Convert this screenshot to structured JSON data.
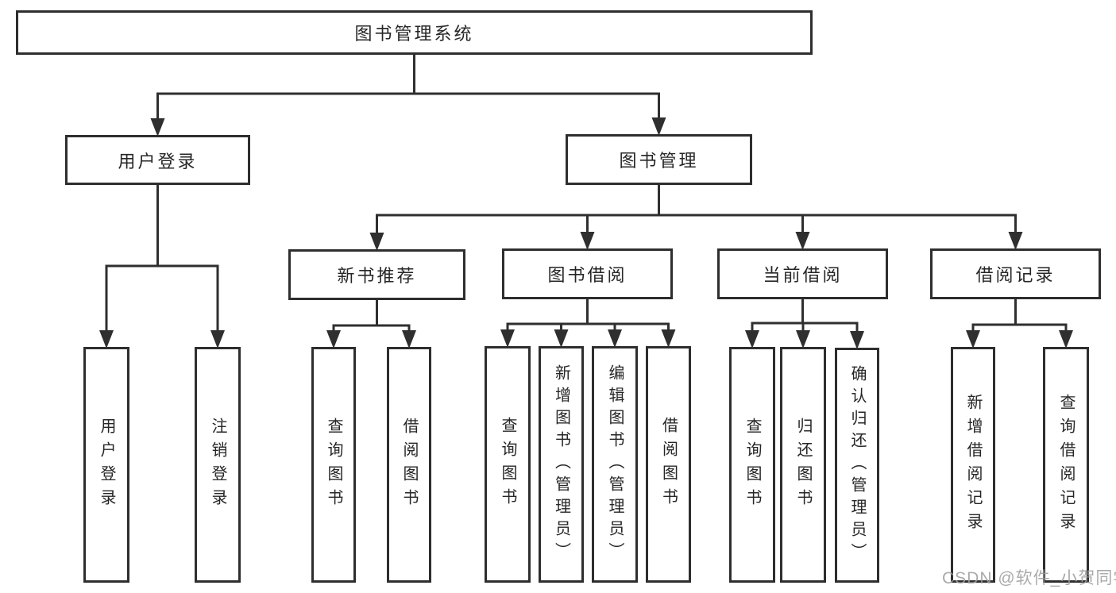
{
  "diagram": {
    "root": {
      "label": "图书管理系统"
    },
    "level2": [
      {
        "label": "用户登录"
      },
      {
        "label": "图书管理"
      }
    ],
    "level3": [
      {
        "label": "新书推荐"
      },
      {
        "label": "图书借阅"
      },
      {
        "label": "当前借阅"
      },
      {
        "label": "借阅记录"
      }
    ],
    "leaves": {
      "login": [
        {
          "label": "用户登录"
        },
        {
          "label": "注销登录"
        }
      ],
      "recommend": [
        {
          "label": "查询图书"
        },
        {
          "label": "借阅图书"
        }
      ],
      "borrow": [
        {
          "label": "查询图书"
        },
        {
          "label": "新增图书（管理员）"
        },
        {
          "label": "编辑图书（管理员）"
        },
        {
          "label": "借阅图书"
        }
      ],
      "current": [
        {
          "label": "查询图书"
        },
        {
          "label": "归还图书"
        },
        {
          "label": "确认归还（管理员）"
        }
      ],
      "records": [
        {
          "label": "新增借阅记录"
        },
        {
          "label": "查询借阅记录"
        }
      ]
    },
    "line_color": "#2f2f2f"
  },
  "watermark": {
    "text": "CSDN @软件_小贺同学"
  }
}
